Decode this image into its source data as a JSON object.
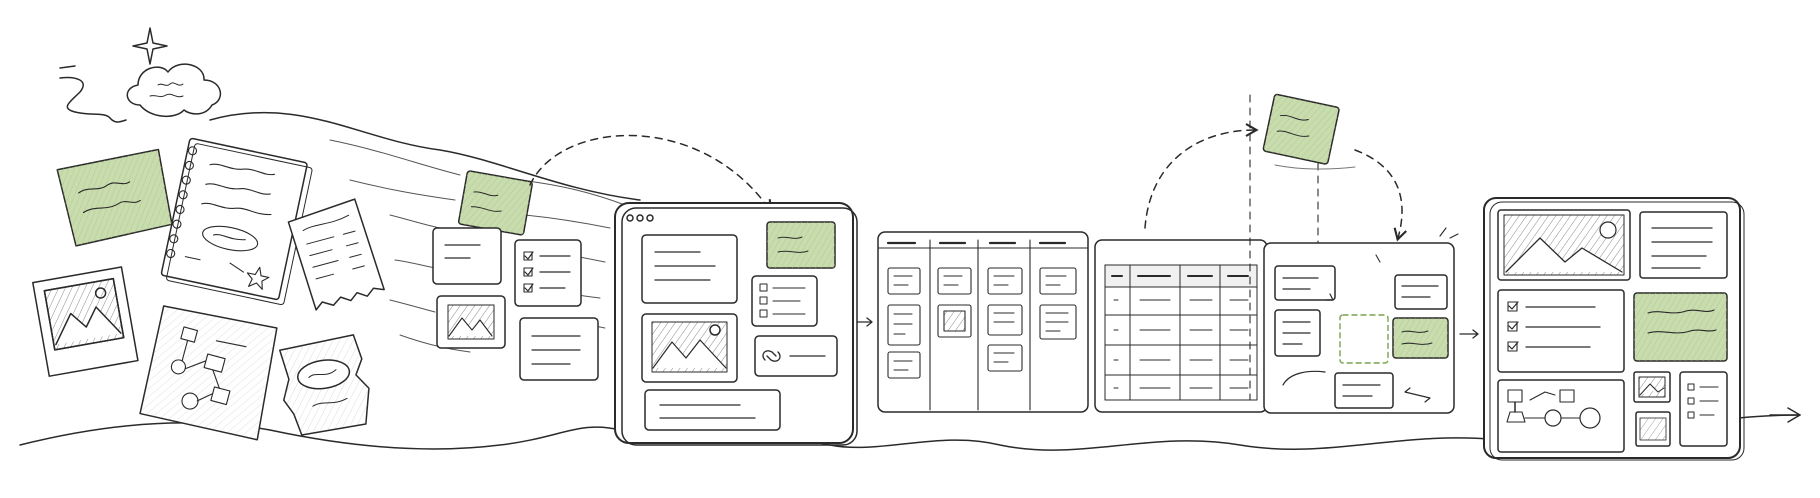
{
  "colors": {
    "ink": "#2a2a2a",
    "ink_light": "#6b6b6b",
    "accent_green": "#c9dcae",
    "paper": "#ffffff"
  },
  "icons": [
    "sparkle-icon",
    "cloud-icon",
    "notebook-icon",
    "photo-icon",
    "receipt-icon",
    "flowchart-icon",
    "checklist-icon",
    "link-icon",
    "image-icon",
    "arrow-right-icon"
  ],
  "stages": [
    "scattered-inputs",
    "captured-cards",
    "collected-board",
    "kanban-board",
    "table-view",
    "freeform-canvas",
    "organized-dashboard"
  ]
}
